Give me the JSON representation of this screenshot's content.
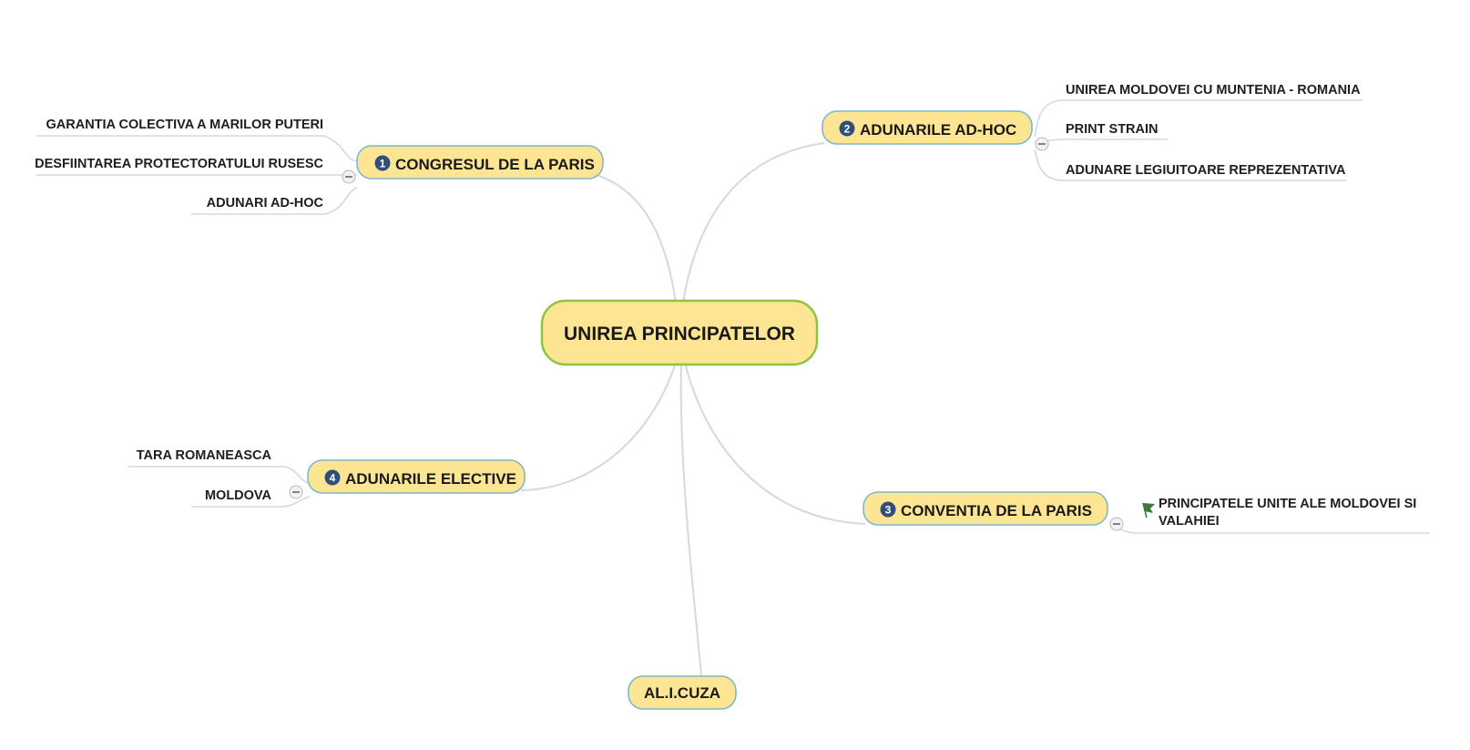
{
  "central": {
    "label": "UNIREA PRINCIPATELOR"
  },
  "topics": [
    {
      "id": "congresul",
      "number": "1",
      "label": "CONGRESUL DE LA PARIS",
      "children": [
        "GARANTIA COLECTIVA A MARILOR PUTERI",
        "DESFIINTAREA PROTECTORATULUI RUSESC",
        "ADUNARI AD-HOC"
      ]
    },
    {
      "id": "adunarile-ad-hoc",
      "number": "2",
      "label": "ADUNARILE AD-HOC",
      "children": [
        "UNIREA MOLDOVEI CU MUNTENIA - ROMANIA",
        "PRINT STRAIN",
        "ADUNARE LEGIUITOARE REPREZENTATIVA"
      ]
    },
    {
      "id": "conventia",
      "number": "3",
      "label": "CONVENTIA DE LA PARIS",
      "children": [
        "PRINCIPATELE UNITE ALE MOLDOVEI SI",
        "VALAHIEI"
      ]
    },
    {
      "id": "adunarile-elective",
      "number": "4",
      "label": "ADUNARILE ELECTIVE",
      "children": [
        "TARA ROMANEASCA",
        "MOLDOVA"
      ]
    },
    {
      "id": "cuza",
      "number": "",
      "label": "AL.I.CUZA",
      "children": []
    }
  ],
  "colors": {
    "node_fill": "#fde594",
    "central_border": "#8cc63f",
    "topic_border": "#7fb8c9",
    "connector": "#d6d6e4",
    "badge": "#2f4e79",
    "flag": "#3a7a3a"
  }
}
